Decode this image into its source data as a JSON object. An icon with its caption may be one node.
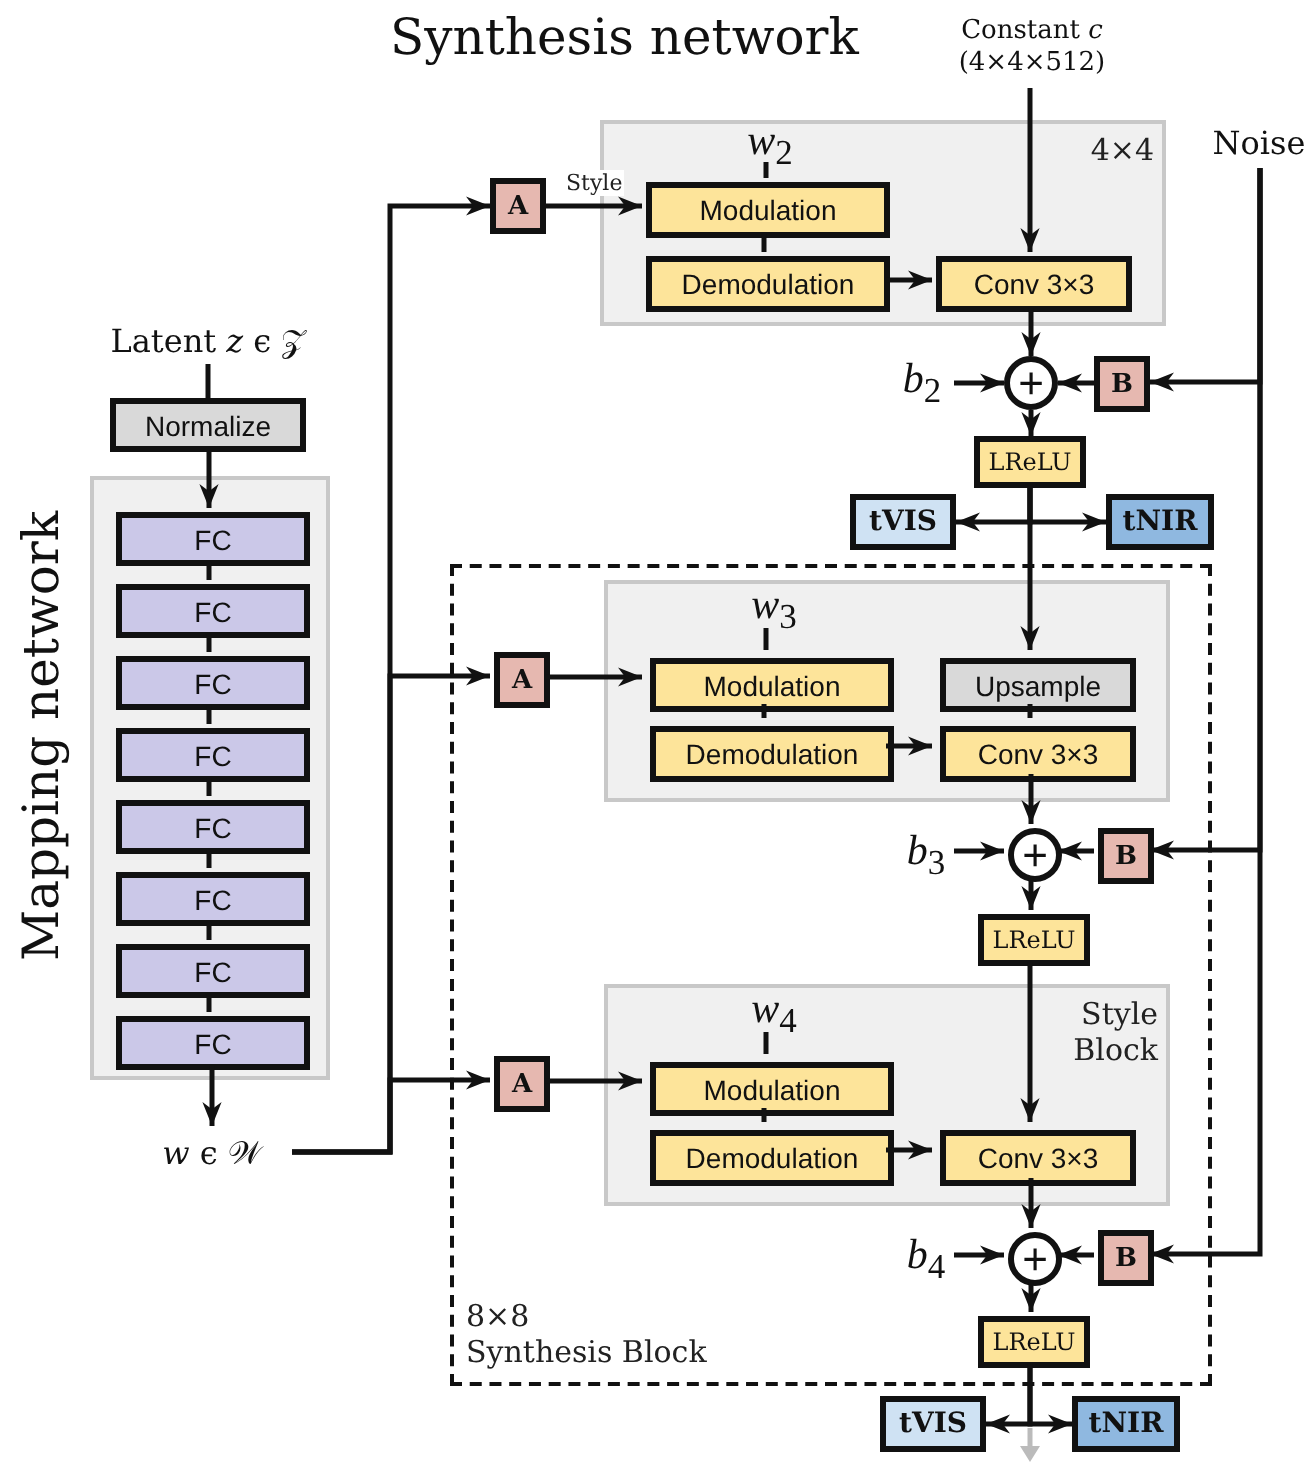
{
  "diagram": {
    "title": "Synthesis network",
    "nodes": [
      {
        "text": [
          "Latent *z* ϵ 𝒵"
        ]
      },
      {
        "text": [
          "Normalize"
        ]
      },
      {
        "text": [],
        "shape": "box"
      },
      {
        "text": [
          "FC"
        ],
        "in": 2
      },
      {
        "text": [
          "FC"
        ],
        "in": 2
      },
      {
        "text": [
          "FC"
        ],
        "in": 2
      },
      {
        "text": [
          "FC"
        ],
        "in": 2
      },
      {
        "text": [
          "FC"
        ],
        "in": 2
      },
      {
        "text": [
          "FC"
        ],
        "in": 2
      },
      {
        "text": [
          "FC"
        ],
        "in": 2
      },
      {
        "text": [
          "FC"
        ],
        "in": 2
      },
      {
        "text": [
          "*w* ϵ 𝒲"
        ]
      },
      {
        "text": [
          "A"
        ]
      },
      {
        "text": [
          "4×4"
        ]
      },
      {
        "text": [
          "*w*$_{2}$"
        ],
        "in": 13
      },
      {
        "text": [
          "Modulation"
        ],
        "in": 13
      },
      {
        "text": [
          "Demodulation"
        ],
        "in": 13
      },
      {
        "text": [
          "Conv 3×3"
        ],
        "in": 13
      },
      {
        "text": [
          "Constant *c* (4×4×512)"
        ]
      },
      {
        "text": [
          "Noise"
        ]
      },
      {
        "text": [
          "*b*$_{2}$"
        ]
      },
      {
        "text": [
          "+"
        ]
      },
      {
        "text": [
          "B"
        ]
      },
      {
        "text": [
          "LReLU"
        ]
      },
      {
        "text": [
          "tVIS"
        ]
      },
      {
        "text": [
          "tNIR"
        ]
      },
      {
        "text": [
          "8×8",
          "Synthesis Block"
        ]
      },
      {
        "text": [
          "A"
        ],
        "in": 26
      },
      {
        "text": [],
        "shape": "box",
        "in": 26
      },
      {
        "text": [
          "*w*$_{3}$"
        ],
        "in": 28
      },
      {
        "text": [
          "Modulation"
        ],
        "in": 28
      },
      {
        "text": [
          "Upsample"
        ],
        "in": 28
      },
      {
        "text": [
          "Demodulation"
        ],
        "in": 28
      },
      {
        "text": [
          "Conv 3×3"
        ],
        "in": 28
      },
      {
        "text": [
          "*b*$_{3}$"
        ],
        "in": 26
      },
      {
        "text": [
          "+"
        ],
        "in": 26
      },
      {
        "text": [
          "B"
        ],
        "in": 26
      },
      {
        "text": [
          "LReLU"
        ],
        "in": 26
      },
      {
        "text": [
          "Style Block"
        ],
        "in": 26
      },
      {
        "text": [
          "*w*$_{4}$"
        ],
        "in": 38
      },
      {
        "text": [
          "Modulation"
        ],
        "in": 38
      },
      {
        "text": [
          "Demodulation"
        ],
        "in": 38
      },
      {
        "text": [
          "Conv 3×3"
        ],
        "in": 38
      },
      {
        "text": [
          "A"
        ],
        "in": 26
      },
      {
        "text": [
          "*b*$_{4}$"
        ],
        "in": 26
      },
      {
        "text": [
          "+"
        ],
        "in": 26
      },
      {
        "text": [
          "B"
        ],
        "in": 26
      },
      {
        "text": [
          "LReLU"
        ],
        "in": 26
      },
      {
        "text": [
          "tVIS"
        ]
      },
      {
        "text": [
          "tNIR"
        ]
      }
    ],
    "edges": [
      {
        "from": 0,
        "to": 1,
        "arrow": "none"
      },
      {
        "from": 1,
        "to": 3,
        "arrow": "to"
      },
      {
        "from": 3,
        "to": 4,
        "arrow": "none"
      },
      {
        "from": 4,
        "to": 5,
        "arrow": "none"
      },
      {
        "from": 5,
        "to": 6,
        "arrow": "none"
      },
      {
        "from": 6,
        "to": 7,
        "arrow": "none"
      },
      {
        "from": 7,
        "to": 8,
        "arrow": "none"
      },
      {
        "from": 8,
        "to": 9,
        "arrow": "none"
      },
      {
        "from": 9,
        "to": 10,
        "arrow": "none"
      },
      {
        "from": 10,
        "to": 11,
        "arrow": "to"
      },
      {
        "from": 11,
        "to": 12,
        "arrow": "to"
      },
      {
        "from": 11,
        "to": 27,
        "arrow": "to"
      },
      {
        "from": 11,
        "to": 43,
        "arrow": "to"
      },
      {
        "from": 12,
        "to": 15,
        "arrow": "to",
        "label": "Style"
      },
      {
        "from": 14,
        "to": 15,
        "arrow": "none"
      },
      {
        "from": 15,
        "to": 16,
        "arrow": "none"
      },
      {
        "from": 16,
        "to": 17,
        "arrow": "to"
      },
      {
        "from": 18,
        "to": 17,
        "arrow": "to"
      },
      {
        "from": 17,
        "to": 21,
        "arrow": "to"
      },
      {
        "from": 20,
        "to": 21,
        "arrow": "to"
      },
      {
        "from": 22,
        "to": 21,
        "arrow": "to"
      },
      {
        "from": 19,
        "to": 22,
        "arrow": "to"
      },
      {
        "from": 19,
        "to": 36,
        "arrow": "to"
      },
      {
        "from": 19,
        "to": 46,
        "arrow": "to"
      },
      {
        "from": 21,
        "to": 23,
        "arrow": "to"
      },
      {
        "from": 23,
        "to": 24,
        "arrow": "to"
      },
      {
        "from": 23,
        "to": 25,
        "arrow": "to"
      },
      {
        "from": 23,
        "to": 31,
        "arrow": "to"
      },
      {
        "from": 27,
        "to": 30,
        "arrow": "to"
      },
      {
        "from": 29,
        "to": 30,
        "arrow": "none"
      },
      {
        "from": 30,
        "to": 32,
        "arrow": "none"
      },
      {
        "from": 31,
        "to": 33,
        "arrow": "none"
      },
      {
        "from": 32,
        "to": 33,
        "arrow": "to"
      },
      {
        "from": 33,
        "to": 35,
        "arrow": "to"
      },
      {
        "from": 34,
        "to": 35,
        "arrow": "to"
      },
      {
        "from": 36,
        "to": 35,
        "arrow": "to"
      },
      {
        "from": 35,
        "to": 37,
        "arrow": "to"
      },
      {
        "from": 37,
        "to": 42,
        "arrow": "to"
      },
      {
        "from": 43,
        "to": 40,
        "arrow": "to"
      },
      {
        "from": 39,
        "to": 40,
        "arrow": "none"
      },
      {
        "from": 40,
        "to": 41,
        "arrow": "none"
      },
      {
        "from": 41,
        "to": 42,
        "arrow": "to"
      },
      {
        "from": 42,
        "to": 45,
        "arrow": "to"
      },
      {
        "from": 44,
        "to": 45,
        "arrow": "to"
      },
      {
        "from": 46,
        "to": 45,
        "arrow": "to"
      },
      {
        "from": 45,
        "to": 47,
        "arrow": "to"
      },
      {
        "from": 47,
        "to": 48,
        "arrow": "to"
      },
      {
        "from": 47,
        "to": 49,
        "arrow": "to"
      }
    ],
    "labels": [
      "Mapping network"
    ]
  }
}
